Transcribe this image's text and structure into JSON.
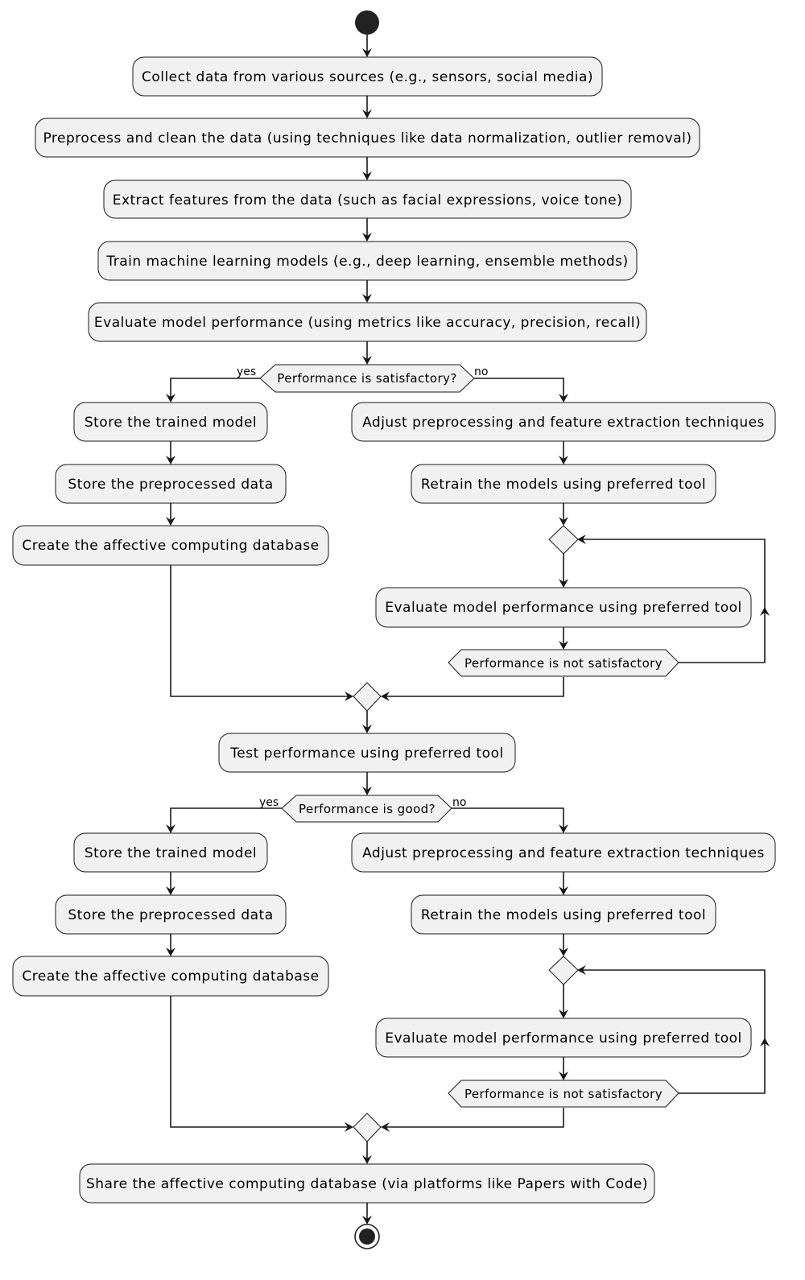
{
  "steps": {
    "collect": "Collect data from various sources (e.g., sensors, social media)",
    "preprocess": "Preprocess and clean the data (using techniques like data normalization, outlier removal)",
    "extract": "Extract features from the data (such as facial expressions, voice tone)",
    "train": "Train machine learning models (e.g., deep learning, ensemble methods)",
    "evaluate": "Evaluate model performance (using metrics like accuracy, precision, recall)",
    "test": "Test performance using preferred tool",
    "share": "Share the affective computing database (via platforms like Papers with Code)"
  },
  "decision1": {
    "question": "Performance is satisfactory?",
    "yes": "yes",
    "no": "no",
    "yes_steps": [
      "Store the trained model",
      "Store the preprocessed data",
      "Create the affective computing database"
    ],
    "no_steps": [
      "Adjust preprocessing and feature extraction techniques",
      "Retrain the models using preferred tool"
    ],
    "loop_step": "Evaluate model performance using preferred tool",
    "loop_condition": "Performance is not satisfactory"
  },
  "decision2": {
    "question": "Performance is good?",
    "yes": "yes",
    "no": "no",
    "yes_steps": [
      "Store the trained model",
      "Store the preprocessed data",
      "Create the affective computing database"
    ],
    "no_steps": [
      "Adjust preprocessing and feature extraction techniques",
      "Retrain the models using preferred tool"
    ],
    "loop_step": "Evaluate model performance using preferred tool",
    "loop_condition": "Performance is not satisfactory"
  }
}
